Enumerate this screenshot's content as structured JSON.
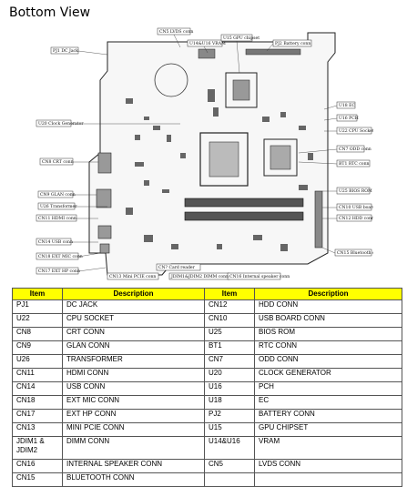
{
  "title": "Bottom View",
  "board": {
    "callouts": [
      "CN5 LVDS conn",
      "U14&U16 VRAM",
      "U15 GPU chipset",
      "PJ2 Battery conn",
      "PJ1 DC Jack",
      "U18 EC",
      "U16 PCH",
      "U20 Clock Generator",
      "U22 CPU Socket",
      "CN7 ODD conn",
      "BT1 RTC conn",
      "CN8 CRT conn",
      "U25 BIOS ROM",
      "CN9 GLAN conn",
      "U26 Transformer",
      "CN10 USB board conn",
      "CN11 HDMI conn",
      "CN12 HDD conn",
      "CN14 USB conn",
      "CN18 EXT MIC conn",
      "CN15 Bluetooth conn",
      "CN17 EXT HP conn",
      "CN13 Mini PCIE conn",
      "CN? Card reader",
      "JDIM1&JDIM2 DIMM conn",
      "CN16 Internal speaker conn"
    ]
  },
  "table": {
    "headers": [
      "Item",
      "Description",
      "Item",
      "Description"
    ],
    "rows": [
      [
        "PJ1",
        "DC JACK",
        "CN12",
        "HDD CONN"
      ],
      [
        "U22",
        "CPU SOCKET",
        "CN10",
        "USB BOARD CONN"
      ],
      [
        "CN8",
        "CRT CONN",
        "U25",
        "BIOS ROM"
      ],
      [
        "CN9",
        "GLAN CONN",
        "BT1",
        "RTC CONN"
      ],
      [
        "U26",
        "TRANSFORMER",
        "CN7",
        "ODD CONN"
      ],
      [
        "CN11",
        "HDMI CONN",
        "U20",
        "CLOCK GENERATOR"
      ],
      [
        "CN14",
        "USB CONN",
        "U16",
        "PCH"
      ],
      [
        "CN18",
        "EXT MIC CONN",
        "U18",
        "EC"
      ],
      [
        "CN17",
        "EXT HP CONN",
        "PJ2",
        "BATTERY CONN"
      ],
      [
        "CN13",
        "MINI PCIE CONN",
        "U15",
        "GPU CHIPSET"
      ],
      [
        "JDIM1 & JDIM2",
        "DIMM CONN",
        "U14&U16",
        "VRAM"
      ],
      [
        "CN16",
        "INTERNAL SPEAKER CONN",
        "CN5",
        "LVDS CONN"
      ],
      [
        "CN15",
        "BLUETOOTH CONN",
        "",
        ""
      ]
    ]
  }
}
